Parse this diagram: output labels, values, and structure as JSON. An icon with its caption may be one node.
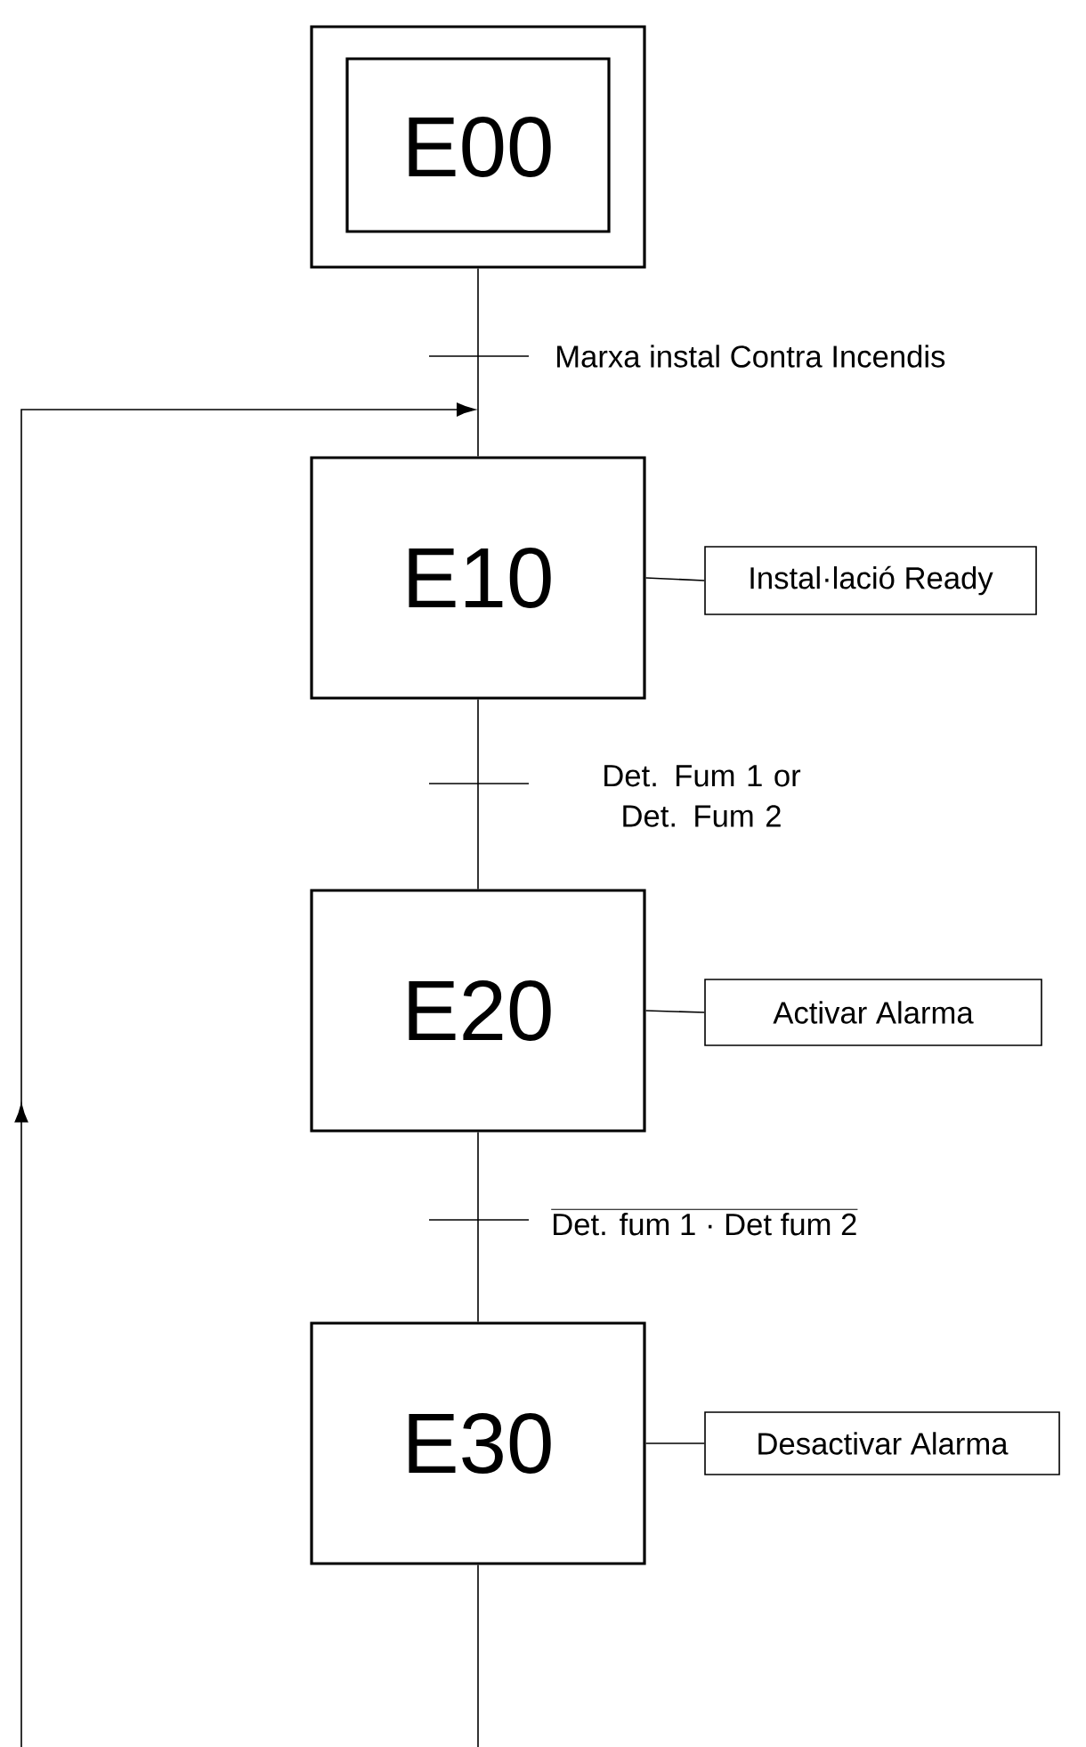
{
  "diagram": {
    "nodes": [
      {
        "text": [
          "E00"
        ]
      },
      {
        "text": [
          "E10"
        ]
      },
      {
        "text": [
          "E20"
        ]
      },
      {
        "text": [
          "E30"
        ]
      },
      {
        "text": [
          "Instal·lació Ready"
        ]
      },
      {
        "text": [
          "Activar Alarma"
        ]
      },
      {
        "text": [
          "Desactivar Alarma"
        ]
      }
    ],
    "edges": [
      {
        "from": 0,
        "to": 1,
        "arrow": "none",
        "label": "Marxa instal Contra Incendis"
      },
      {
        "from": 1,
        "to": 2,
        "arrow": "none",
        "label": "Det. Fum 1 or Det. Fum 2"
      },
      {
        "from": 2,
        "to": 3,
        "arrow": "none",
        "label": "Det. fum 1 · Det fum 2"
      },
      {
        "from": 3,
        "to": null,
        "arrow": "none"
      },
      {
        "from": null,
        "to": 1,
        "arrow": "to"
      },
      {
        "from": 1,
        "to": 4,
        "arrow": "none"
      },
      {
        "from": 2,
        "to": 5,
        "arrow": "none"
      },
      {
        "from": 3,
        "to": 6,
        "arrow": "none"
      }
    ]
  }
}
